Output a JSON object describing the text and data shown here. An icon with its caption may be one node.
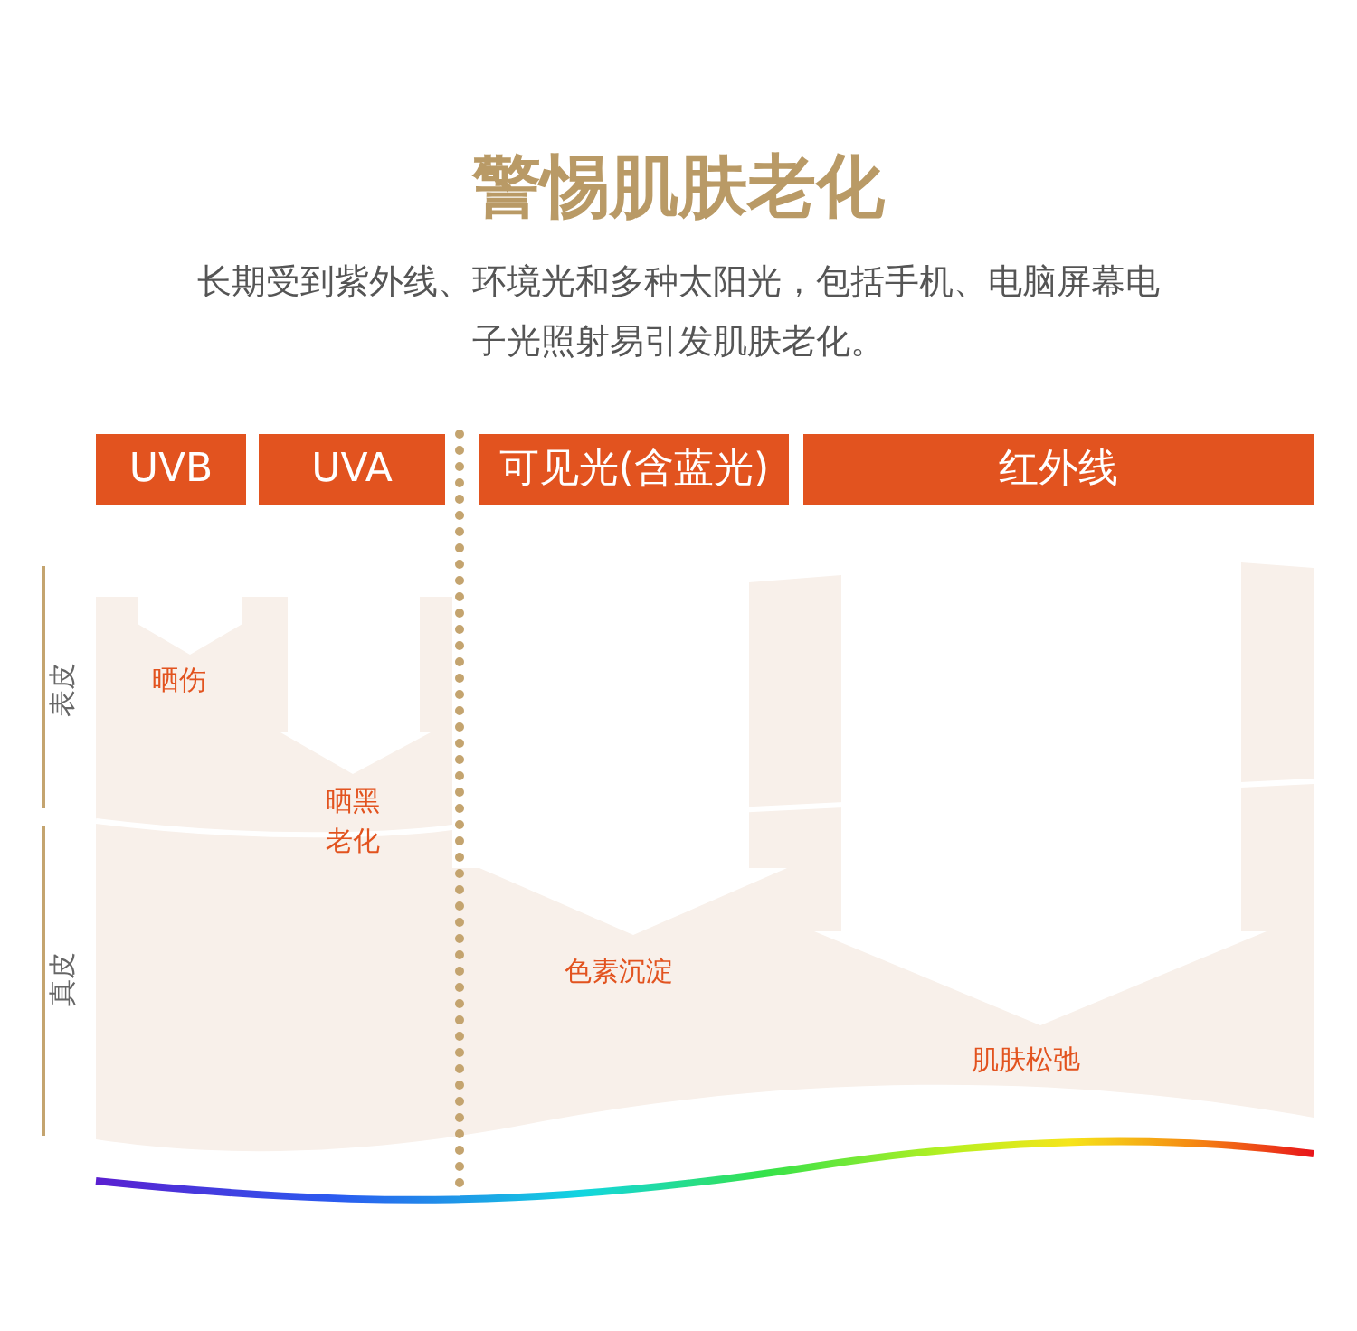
{
  "diagram": {
    "title": "警惕肌肤老化",
    "nodes": [
      {
        "text": [
          "UVB"
        ]
      },
      {
        "text": [
          "UVA"
        ]
      },
      {
        "text": [
          "可见光(含蓝光)"
        ]
      },
      {
        "text": [
          "红外线"
        ]
      }
    ],
    "labels": [
      "长期受到紫外线、环境光和多种太阳光，包括手机、电脑屏幕电子光照射易引发肌肤老化。",
      "表皮",
      "真皮",
      "晒伤",
      "晒黑老化",
      "色素沉淀",
      "肌肤松弛"
    ]
  }
}
